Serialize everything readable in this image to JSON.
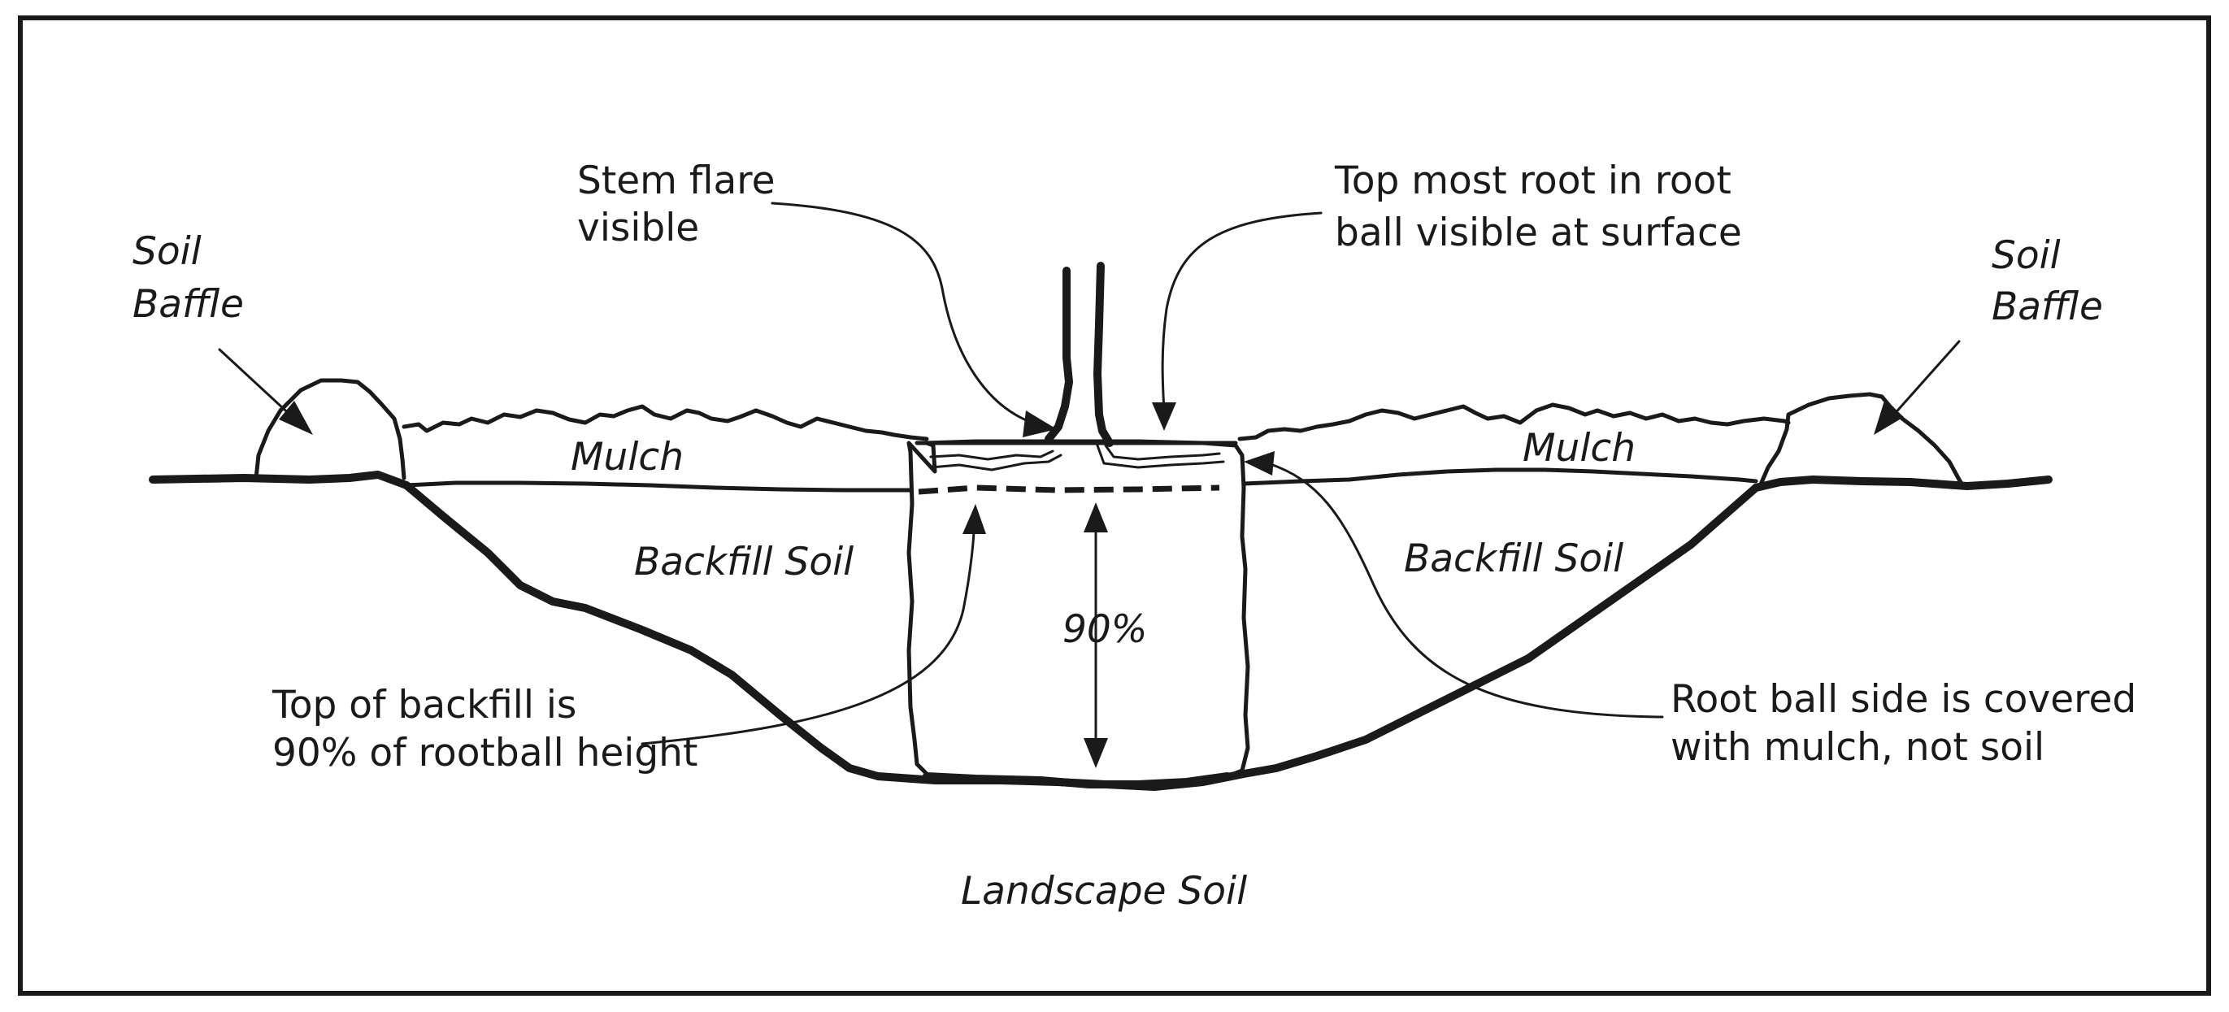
{
  "labels": {
    "stem_flare": [
      "Stem flare",
      "visible"
    ],
    "top_root": [
      "Top most root in root",
      "ball visible at surface"
    ],
    "soil_baffle_left": [
      "Soil",
      "Baffle"
    ],
    "soil_baffle_right": [
      "Soil",
      "Baffle"
    ],
    "mulch_left": "Mulch",
    "mulch_right": "Mulch",
    "backfill_left": "Backfill Soil",
    "backfill_right": "Backfill Soil",
    "percent": "90%",
    "top_of_backfill": [
      "Top of backfill is",
      "90% of rootball height"
    ],
    "root_ball_side": [
      "Root ball side is covered",
      "with mulch, not soil"
    ],
    "landscape_soil": "Landscape Soil"
  },
  "colors": {
    "ink": "#1a1a1a",
    "background": "#ffffff"
  }
}
